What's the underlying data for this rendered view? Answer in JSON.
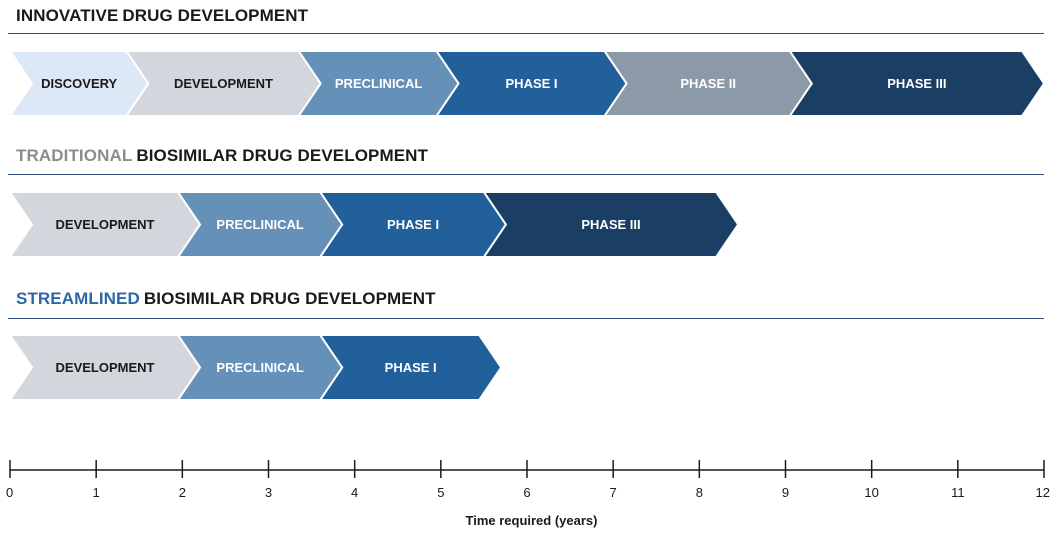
{
  "sections": [
    {
      "highlight": "INNOVATIVE",
      "rest": "DRUG DEVELOPMENT",
      "highlight_color": "#1a1a1a",
      "stages": [
        {
          "label": "DISCOVERY",
          "start": 0,
          "end": 1.35,
          "color": "#dce8f5",
          "text_color": "#1a1a1a"
        },
        {
          "label": "DEVELOPMENT",
          "start": 1.35,
          "end": 3.35,
          "color": "#d3d7dd",
          "text_color": "#1a1a1a"
        },
        {
          "label": "PRECLINICAL",
          "start": 3.35,
          "end": 4.95,
          "color": "#6590b8",
          "text_color": "#ffffff"
        },
        {
          "label": "PHASE I",
          "start": 4.95,
          "end": 6.9,
          "color": "#22609c",
          "text_color": "#ffffff"
        },
        {
          "label": "PHASE II",
          "start": 6.9,
          "end": 9.05,
          "color": "#8c9aa8",
          "text_color": "#ffffff"
        },
        {
          "label": "PHASE III",
          "start": 9.05,
          "end": 12.0,
          "color": "#1a3e64",
          "text_color": "#ffffff"
        }
      ]
    },
    {
      "highlight": "TRADITIONAL",
      "rest": "BIOSIMILAR DRUG DEVELOPMENT",
      "highlight_color": "#8c8c8c",
      "stages": [
        {
          "label": "DEVELOPMENT",
          "start": 0,
          "end": 1.95,
          "color": "#d3d7dd",
          "text_color": "#1a1a1a"
        },
        {
          "label": "PRECLINICAL",
          "start": 1.95,
          "end": 3.6,
          "color": "#6590b8",
          "text_color": "#ffffff"
        },
        {
          "label": "PHASE I",
          "start": 3.6,
          "end": 5.5,
          "color": "#22609c",
          "text_color": "#ffffff"
        },
        {
          "label": "PHASE III",
          "start": 5.5,
          "end": 8.45,
          "color": "#1a3e64",
          "text_color": "#ffffff"
        }
      ]
    },
    {
      "highlight": "STREAMLINED",
      "rest": "BIOSIMILAR DRUG DEVELOPMENT",
      "highlight_color": "#2e67a8",
      "stages": [
        {
          "label": "DEVELOPMENT",
          "start": 0,
          "end": 1.95,
          "color": "#d3d7dd",
          "text_color": "#1a1a1a"
        },
        {
          "label": "PRECLINICAL",
          "start": 1.95,
          "end": 3.6,
          "color": "#6590b8",
          "text_color": "#ffffff"
        },
        {
          "label": "PHASE I",
          "start": 3.6,
          "end": 5.7,
          "color": "#22609c",
          "text_color": "#ffffff"
        }
      ]
    }
  ],
  "axis": {
    "label": "Time required (years)",
    "min": 0,
    "max": 12,
    "ticks": [
      "0",
      "1",
      "2",
      "3",
      "4",
      "5",
      "6",
      "7",
      "8",
      "9",
      "10",
      "11",
      "12"
    ]
  },
  "colors": {
    "rule": "#2e4f7a",
    "axis": "#1a1a1a"
  }
}
